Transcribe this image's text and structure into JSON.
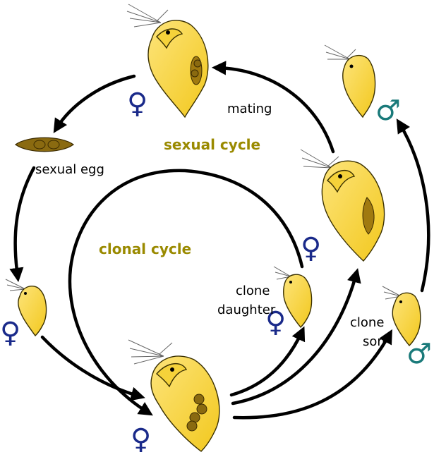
{
  "labels": {
    "mating": "mating",
    "sexual_egg": "sexual egg",
    "sexual_cycle": "sexual cycle",
    "clonal_cycle": "clonal cycle",
    "clone_daughter_1": "clone",
    "clone_daughter_2": "daughter",
    "clone_son_1": "clone",
    "clone_son_2": "son"
  },
  "symbols": {
    "female": "♀",
    "male": "♂"
  },
  "colors": {
    "body": "#f2c81e",
    "body_light": "#fde47a",
    "egg_brown": "#8a6a10",
    "egg_case": "#7a5a08",
    "female": "#1a2a8a",
    "male": "#1a7a7a",
    "cycle_text": "#9a8a00",
    "arrow": "#000000"
  },
  "icons": [
    "daphnia-female",
    "daphnia-male",
    "sexual-egg",
    "female-symbol",
    "male-symbol",
    "cycle-arrow"
  ]
}
